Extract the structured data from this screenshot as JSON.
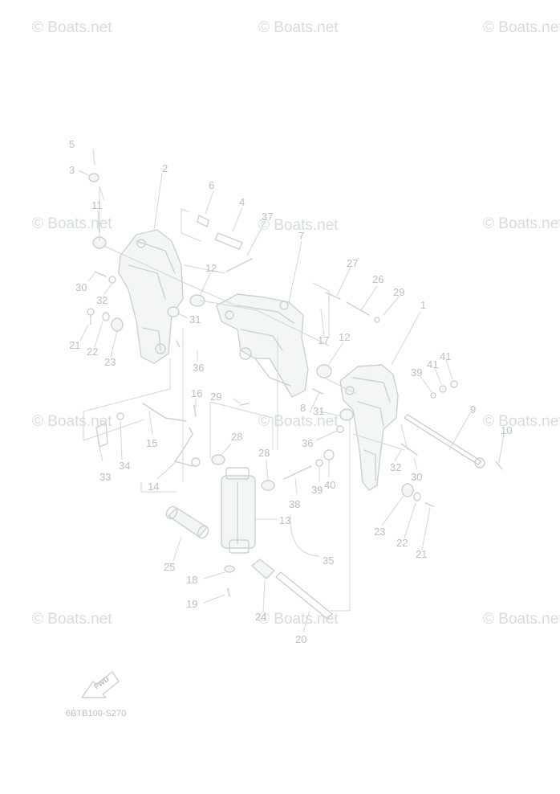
{
  "watermark": "© Boats.net",
  "diagram_code": "6BTB100-S270",
  "fwd_label": "FWD",
  "callouts": {
    "c1": "1",
    "c2": "2",
    "c3": "3",
    "c4": "4",
    "c5": "5",
    "c6": "6",
    "c7": "7",
    "c8": "8",
    "c9": "9",
    "c10": "10",
    "c11": "11",
    "c12a": "12",
    "c12b": "12",
    "c13": "13",
    "c14": "14",
    "c15": "15",
    "c16": "16",
    "c17": "17",
    "c18": "18",
    "c19": "19",
    "c20": "20",
    "c21a": "21",
    "c21b": "21",
    "c22a": "22",
    "c22b": "22",
    "c23a": "23",
    "c23b": "23",
    "c24": "24",
    "c25": "25",
    "c26": "26",
    "c27a": "27",
    "c27b": "37",
    "c28a": "28",
    "c28b": "28",
    "c29a": "29",
    "c29b": "29",
    "c30a": "30",
    "c30b": "30",
    "c31a": "31",
    "c31b": "31",
    "c32a": "32",
    "c32b": "32",
    "c33": "33",
    "c34": "34",
    "c35": "35",
    "c36a": "36",
    "c36b": "36",
    "c38": "38",
    "c39a": "39",
    "c39b": "39",
    "c40": "40",
    "c41a": "41",
    "c41b": "41"
  }
}
